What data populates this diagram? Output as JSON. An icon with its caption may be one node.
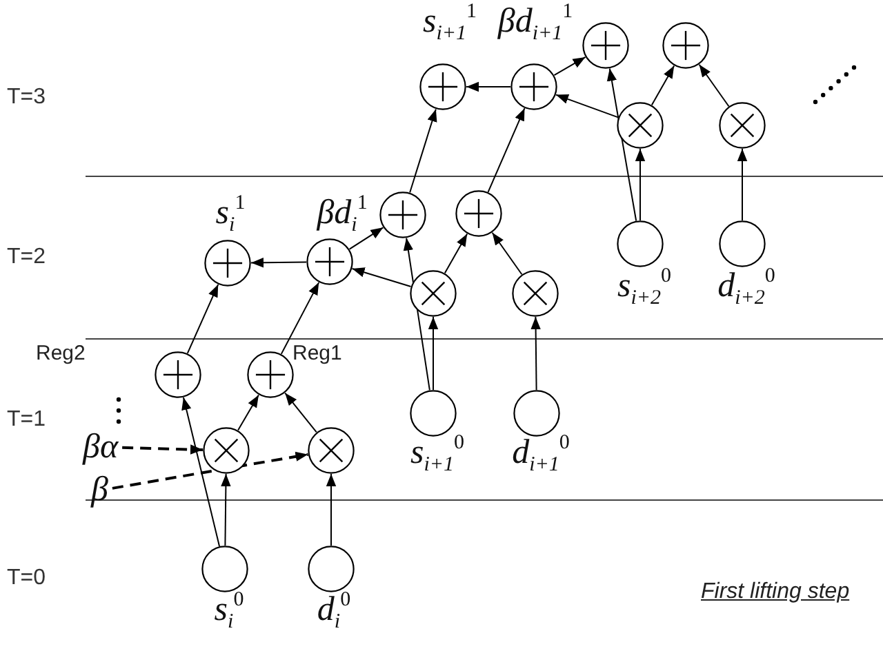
{
  "diagram": {
    "caption": "First lifting step",
    "nodes": [
      {
        "text": [],
        "shape": "circle",
        "beside": [
          "s$_{i}$$^{0}$"
        ]
      },
      {
        "text": [],
        "shape": "circle",
        "beside": [
          "d$_{i}$$^{0}$"
        ]
      },
      {
        "text": [],
        "shape": "multiplier"
      },
      {
        "text": [],
        "shape": "multiplier"
      },
      {
        "text": [],
        "shape": "adder",
        "beside": [
          "Reg2"
        ]
      },
      {
        "text": [],
        "shape": "adder",
        "beside": [
          "Reg1"
        ]
      },
      {
        "text": [],
        "shape": "adder",
        "beside": [
          "s$_{i}$$^{1}$"
        ]
      },
      {
        "text": [],
        "shape": "adder",
        "beside": [
          "βd$_{i}$$^{1}$"
        ]
      },
      {
        "text": [],
        "shape": "adder"
      },
      {
        "text": [],
        "shape": "adder"
      },
      {
        "text": [],
        "shape": "multiplier"
      },
      {
        "text": [],
        "shape": "multiplier"
      },
      {
        "text": [],
        "shape": "circle",
        "beside": [
          "s$_{i+1}$$^{0}$"
        ]
      },
      {
        "text": [],
        "shape": "circle",
        "beside": [
          "d$_{i+1}$$^{0}$"
        ]
      },
      {
        "text": [],
        "shape": "adder",
        "beside": [
          "s$_{i+1}$$^{1}$"
        ]
      },
      {
        "text": [],
        "shape": "adder",
        "beside": [
          "βd$_{i+1}$$^{1}$"
        ]
      },
      {
        "text": [],
        "shape": "adder"
      },
      {
        "text": [],
        "shape": "adder"
      },
      {
        "text": [],
        "shape": "multiplier"
      },
      {
        "text": [],
        "shape": "multiplier"
      },
      {
        "text": [],
        "shape": "circle",
        "beside": [
          "s$_{i+2}$$^{0}$"
        ]
      },
      {
        "text": [],
        "shape": "circle",
        "beside": [
          "d$_{i+2}$$^{0}$"
        ]
      },
      {
        "text": [
          "βα"
        ]
      },
      {
        "text": [
          "β"
        ]
      }
    ],
    "edges": [
      {
        "from": 0,
        "to": 2,
        "arrow": "to"
      },
      {
        "from": 1,
        "to": 3,
        "arrow": "to"
      },
      {
        "from": 0,
        "to": 4,
        "arrow": "to"
      },
      {
        "from": 22,
        "to": 2,
        "arrow": "to",
        "style": "dashed"
      },
      {
        "from": 23,
        "to": 3,
        "arrow": "to",
        "style": "dashed"
      },
      {
        "from": 2,
        "to": 5,
        "arrow": "to"
      },
      {
        "from": 3,
        "to": 5,
        "arrow": "to"
      },
      {
        "from": 4,
        "to": 6,
        "arrow": "to"
      },
      {
        "from": 5,
        "to": 7,
        "arrow": "to"
      },
      {
        "from": 7,
        "to": 6,
        "arrow": "to"
      },
      {
        "from": 7,
        "to": 8,
        "arrow": "to"
      },
      {
        "from": 10,
        "to": 7,
        "arrow": "to"
      },
      {
        "from": 12,
        "to": 8,
        "arrow": "to"
      },
      {
        "from": 12,
        "to": 10,
        "arrow": "to"
      },
      {
        "from": 13,
        "to": 11,
        "arrow": "to"
      },
      {
        "from": 10,
        "to": 9,
        "arrow": "to"
      },
      {
        "from": 11,
        "to": 9,
        "arrow": "to"
      },
      {
        "from": 8,
        "to": 14,
        "arrow": "to"
      },
      {
        "from": 9,
        "to": 15,
        "arrow": "to"
      },
      {
        "from": 15,
        "to": 14,
        "arrow": "to"
      },
      {
        "from": 15,
        "to": 16,
        "arrow": "to"
      },
      {
        "from": 18,
        "to": 15,
        "arrow": "to"
      },
      {
        "from": 20,
        "to": 16,
        "arrow": "to"
      },
      {
        "from": 20,
        "to": 18,
        "arrow": "to"
      },
      {
        "from": 21,
        "to": 19,
        "arrow": "to"
      },
      {
        "from": 18,
        "to": 17,
        "arrow": "to"
      },
      {
        "from": 19,
        "to": 17,
        "arrow": "to"
      }
    ],
    "labels": [
      "T=3",
      "T=2",
      "T=1",
      "T=0"
    ]
  }
}
